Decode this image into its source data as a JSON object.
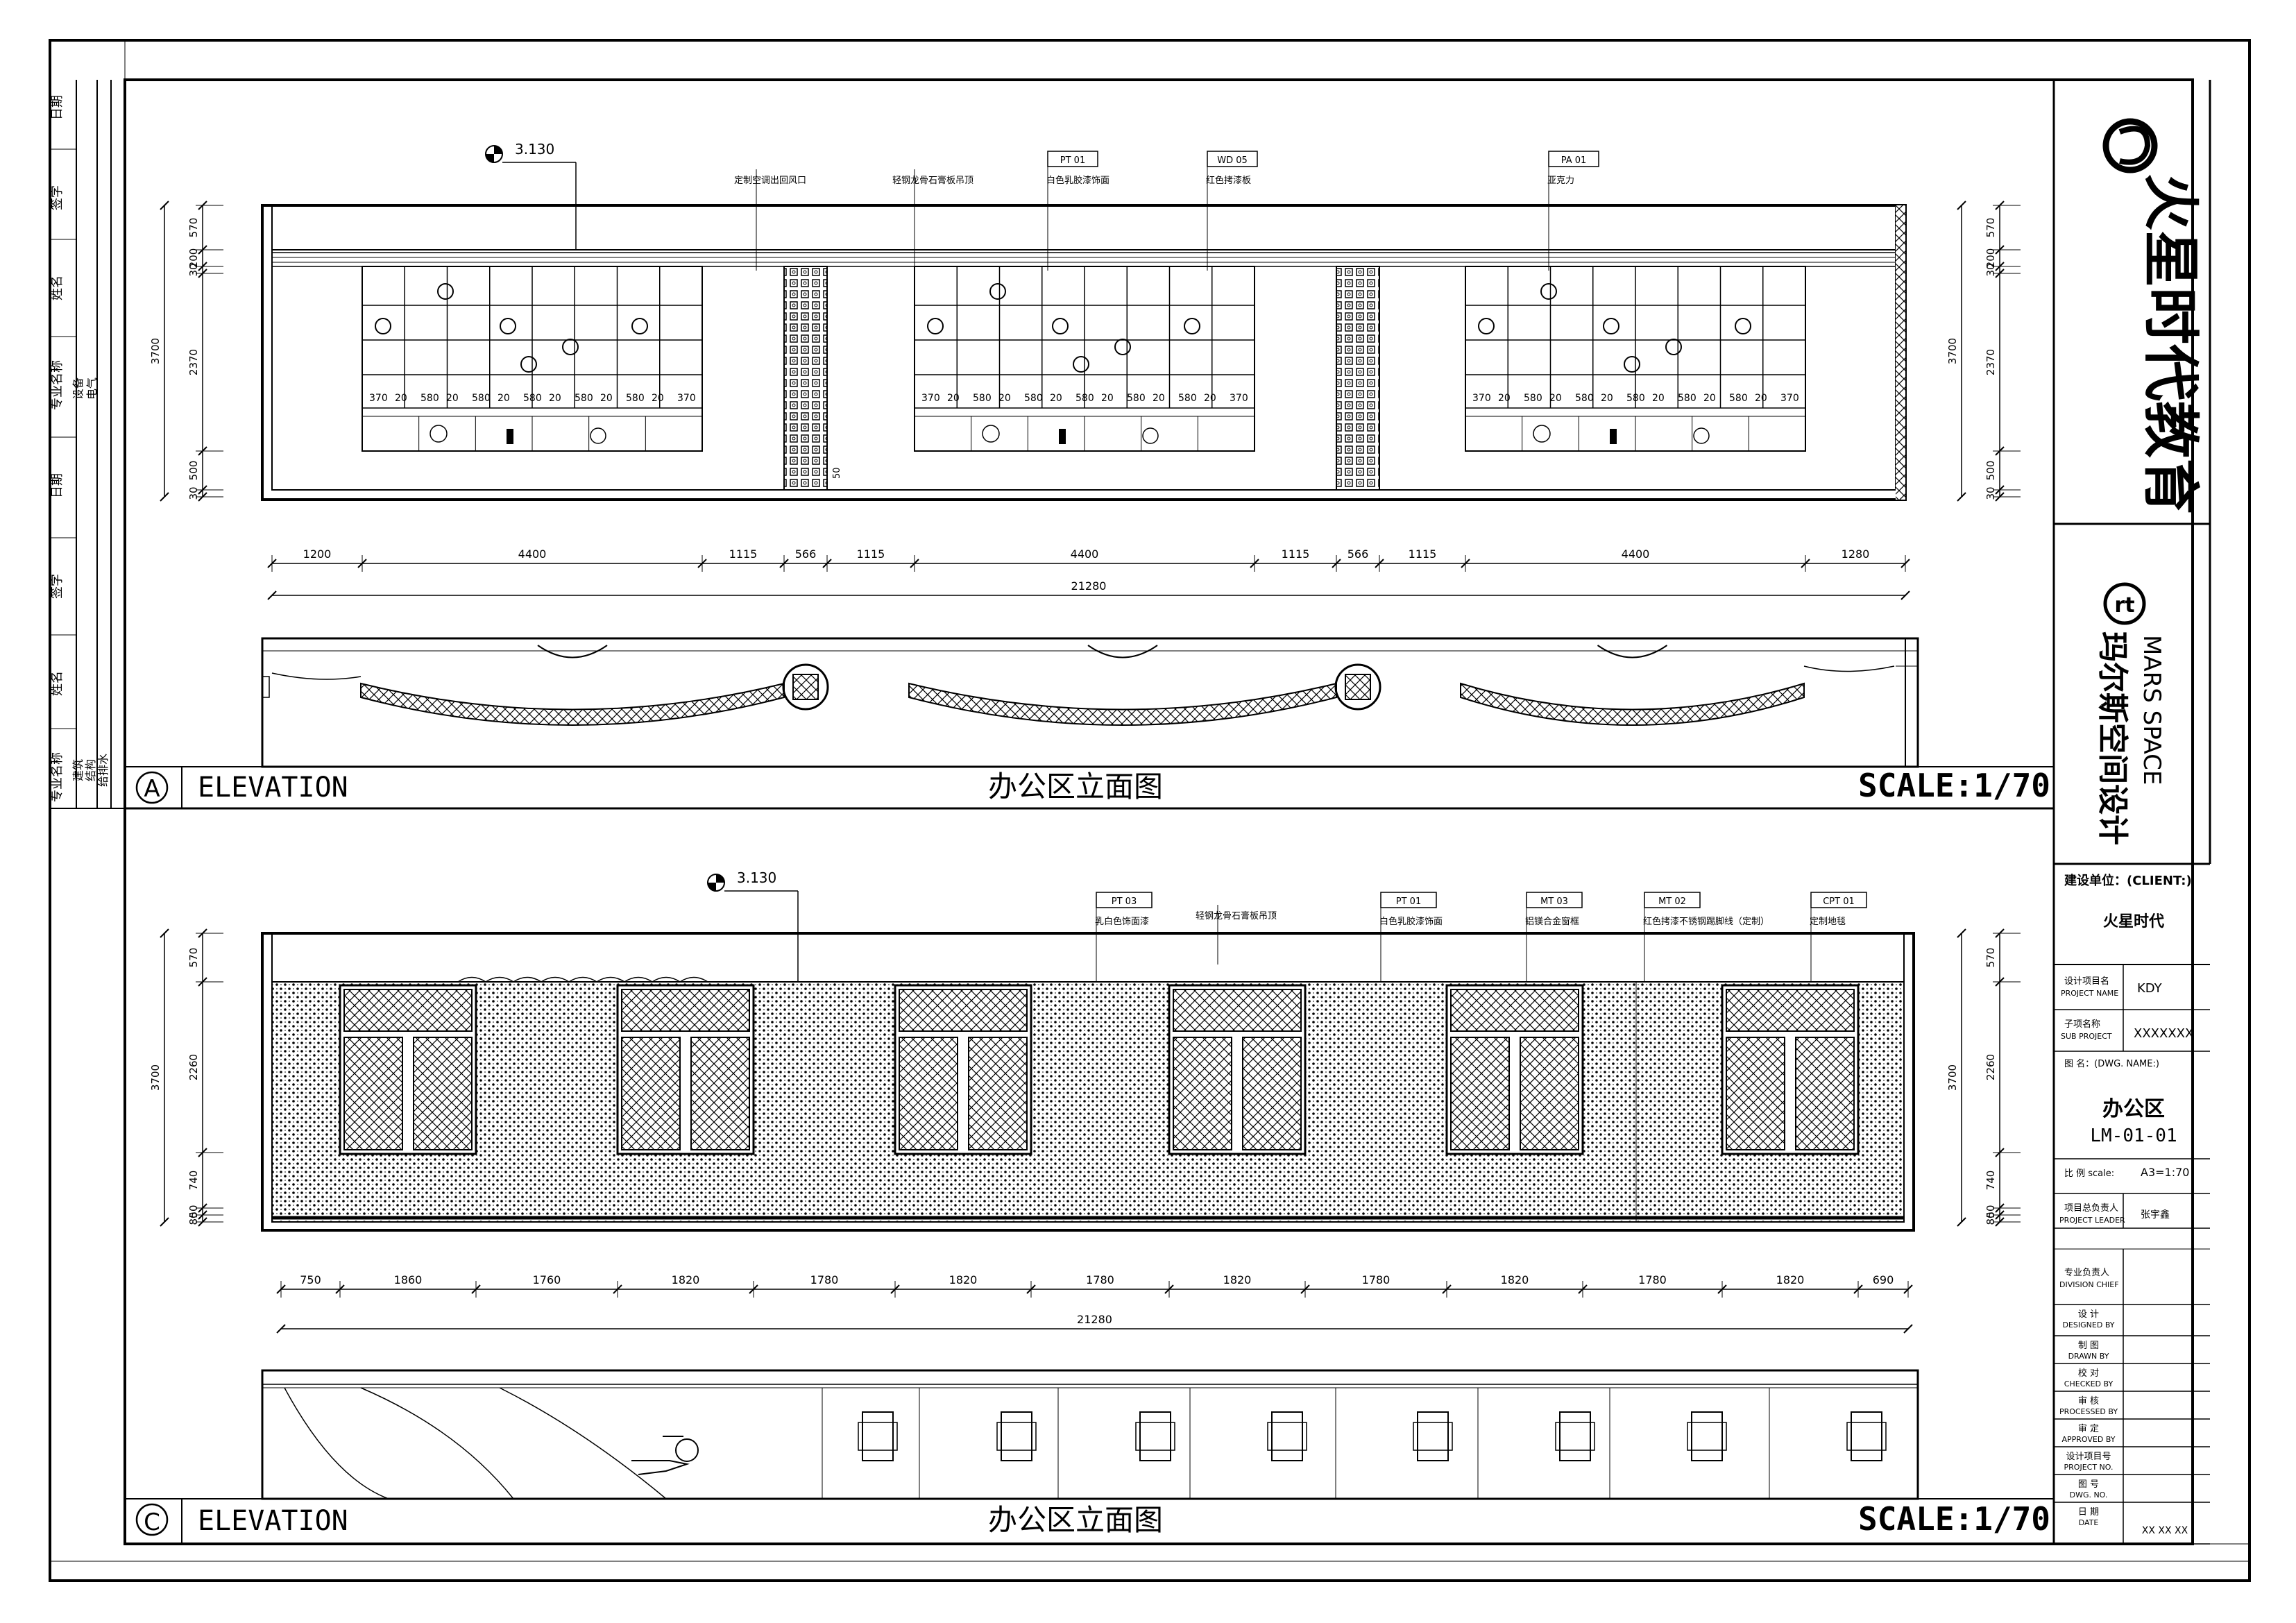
{
  "left_strip": {
    "col1": [
      "日期",
      "签字",
      "姓名",
      "专业名称",
      "日期",
      "签字",
      "姓名",
      "专业名称"
    ],
    "col2_top": [
      "设备",
      "电气"
    ],
    "col2_bottom": [
      "建筑",
      "结构",
      "给排水"
    ]
  },
  "drawing_a": {
    "marker": "A",
    "view_label": "ELEVATION",
    "title": "办公区立面图",
    "scale": "SCALE:1/70",
    "level_mark": "3.130",
    "callouts": [
      {
        "text": "定制空调出回风口"
      },
      {
        "text": "轻钢龙骨石膏板吊顶"
      },
      {
        "tag": "PT 01",
        "text": "白色乳胶漆饰面"
      },
      {
        "tag": "WD 05",
        "text": "红色拷漆板"
      },
      {
        "tag": "PA 01",
        "text": "亚克力"
      }
    ],
    "shelf_dims": [
      "370",
      "20",
      "580",
      "20",
      "580",
      "20",
      "580",
      "20",
      "580",
      "20",
      "580",
      "20",
      "370"
    ],
    "left_dims": [
      "570",
      "200",
      "30",
      "2370",
      "500",
      "30"
    ],
    "left_total": "3700",
    "right_dims": [
      "570",
      "200",
      "30",
      "2370",
      "500",
      "30"
    ],
    "right_total": "3700",
    "bottom_dims": [
      "1200",
      "4400",
      "1115",
      "566",
      "1115",
      "4400",
      "1115",
      "566",
      "1115",
      "4400",
      "1280"
    ],
    "total": "21280",
    "small_note": "50"
  },
  "drawing_c": {
    "marker": "C",
    "view_label": "ELEVATION",
    "title": "办公区立面图",
    "scale": "SCALE:1/70",
    "level_mark": "3.130",
    "callouts": [
      {
        "tag": "PT 03",
        "text": "乳白色饰面漆"
      },
      {
        "text": "轻钢龙骨石膏板吊顶"
      },
      {
        "tag": "PT 01",
        "text": "白色乳胶漆饰面"
      },
      {
        "tag": "MT 03",
        "text": "铝镁合金窗框"
      },
      {
        "tag": "MT 02",
        "text": "红色拷漆不锈钢踢脚线（定制）"
      },
      {
        "tag": "CPT 01",
        "text": "定制地毯"
      }
    ],
    "left_dims": [
      "570",
      "2260",
      "740",
      "50",
      "80"
    ],
    "left_total": "3700",
    "right_dims": [
      "570",
      "2260",
      "740",
      "50",
      "80"
    ],
    "right_total": "3700",
    "bottom_dims": [
      "750",
      "1860",
      "1760",
      "1820",
      "1780",
      "1820",
      "1780",
      "1820",
      "1780",
      "1820",
      "1780",
      "1820",
      "690"
    ],
    "total": "21280"
  },
  "title_block": {
    "brand_cn": "火星时代教育",
    "designer_cn": "玛尔斯空间设计",
    "designer_en": "MARS SPACE",
    "client_label": "建设单位：(CLIENT:)",
    "client_value": "火星时代",
    "project_label_cn": "设计项目名",
    "project_label_en": "PROJECT NAME",
    "project_value": "KDY",
    "sub_label_cn": "子项名称",
    "sub_label_en": "SUB PROJECT",
    "sub_value": "XXXXXXX",
    "dwg_name_label": "图  名：(DWG. NAME:)",
    "dwg_name": "办公区",
    "dwg_code": "LM-01-01",
    "scale_label": "比 例 scale:",
    "scale_value": "A3=1:70",
    "leader_label_cn": "项目总负责人",
    "leader_label_en": "PROJECT LEADER",
    "leader_value": "张宇鑫",
    "chief_label_cn": "专业负责人",
    "chief_label_en": "DIVISION CHIEF",
    "rows": [
      {
        "cn": "设   计",
        "en": "DESIGNED BY"
      },
      {
        "cn": "制   图",
        "en": "DRAWN BY"
      },
      {
        "cn": "校   对",
        "en": "CHECKED BY"
      },
      {
        "cn": "审   核",
        "en": "PROCESSED BY"
      },
      {
        "cn": "审   定",
        "en": "APPROVED BY"
      },
      {
        "cn": "设计项目号",
        "en": "PROJECT NO."
      },
      {
        "cn": "图   号",
        "en": "DWG.  NO."
      },
      {
        "cn": "日   期",
        "en": "DATE"
      }
    ],
    "date_value": "XX XX XX"
  }
}
